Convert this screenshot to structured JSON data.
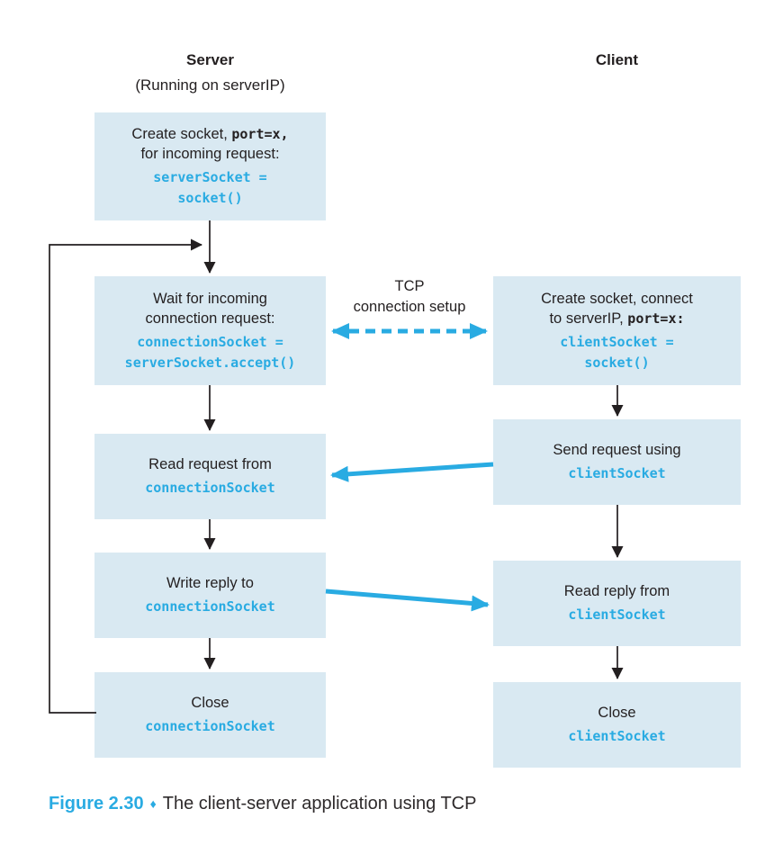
{
  "colors": {
    "box_fill": "#d9e9f2",
    "accent_blue": "#29abe2",
    "ink": "#231f20"
  },
  "columns": {
    "server": {
      "title": "Server",
      "subtitle": "(Running on serverIP)"
    },
    "client": {
      "title": "Client"
    }
  },
  "boxes": {
    "server_create": {
      "text_pre": "Create socket, ",
      "text_code": "port=x,",
      "text_post": "for incoming request:",
      "code1": "serverSocket =",
      "code2": "socket()"
    },
    "server_wait": {
      "line1": "Wait for incoming",
      "line2": "connection request:",
      "code1": "connectionSocket =",
      "code2": "serverSocket.accept()"
    },
    "server_read": {
      "line1": "Read request from",
      "code1": "connectionSocket"
    },
    "server_write": {
      "line1": "Write reply to",
      "code1": "connectionSocket"
    },
    "server_close": {
      "line1": "Close",
      "code1": "connectionSocket"
    },
    "client_create": {
      "line1": "Create socket, connect",
      "text_pre": "to serverIP, ",
      "text_code": "port=x:",
      "code1": "clientSocket =",
      "code2": "socket()"
    },
    "client_send": {
      "line1": "Send request using",
      "code1": "clientSocket"
    },
    "client_read": {
      "line1": "Read reply from",
      "code1": "clientSocket"
    },
    "client_close": {
      "line1": "Close",
      "code1": "clientSocket"
    }
  },
  "connector_label": {
    "line1": "TCP",
    "line2": "connection setup"
  },
  "caption": {
    "figure": "Figure 2.30",
    "diamond": "♦",
    "text": "The client-server application using TCP"
  }
}
